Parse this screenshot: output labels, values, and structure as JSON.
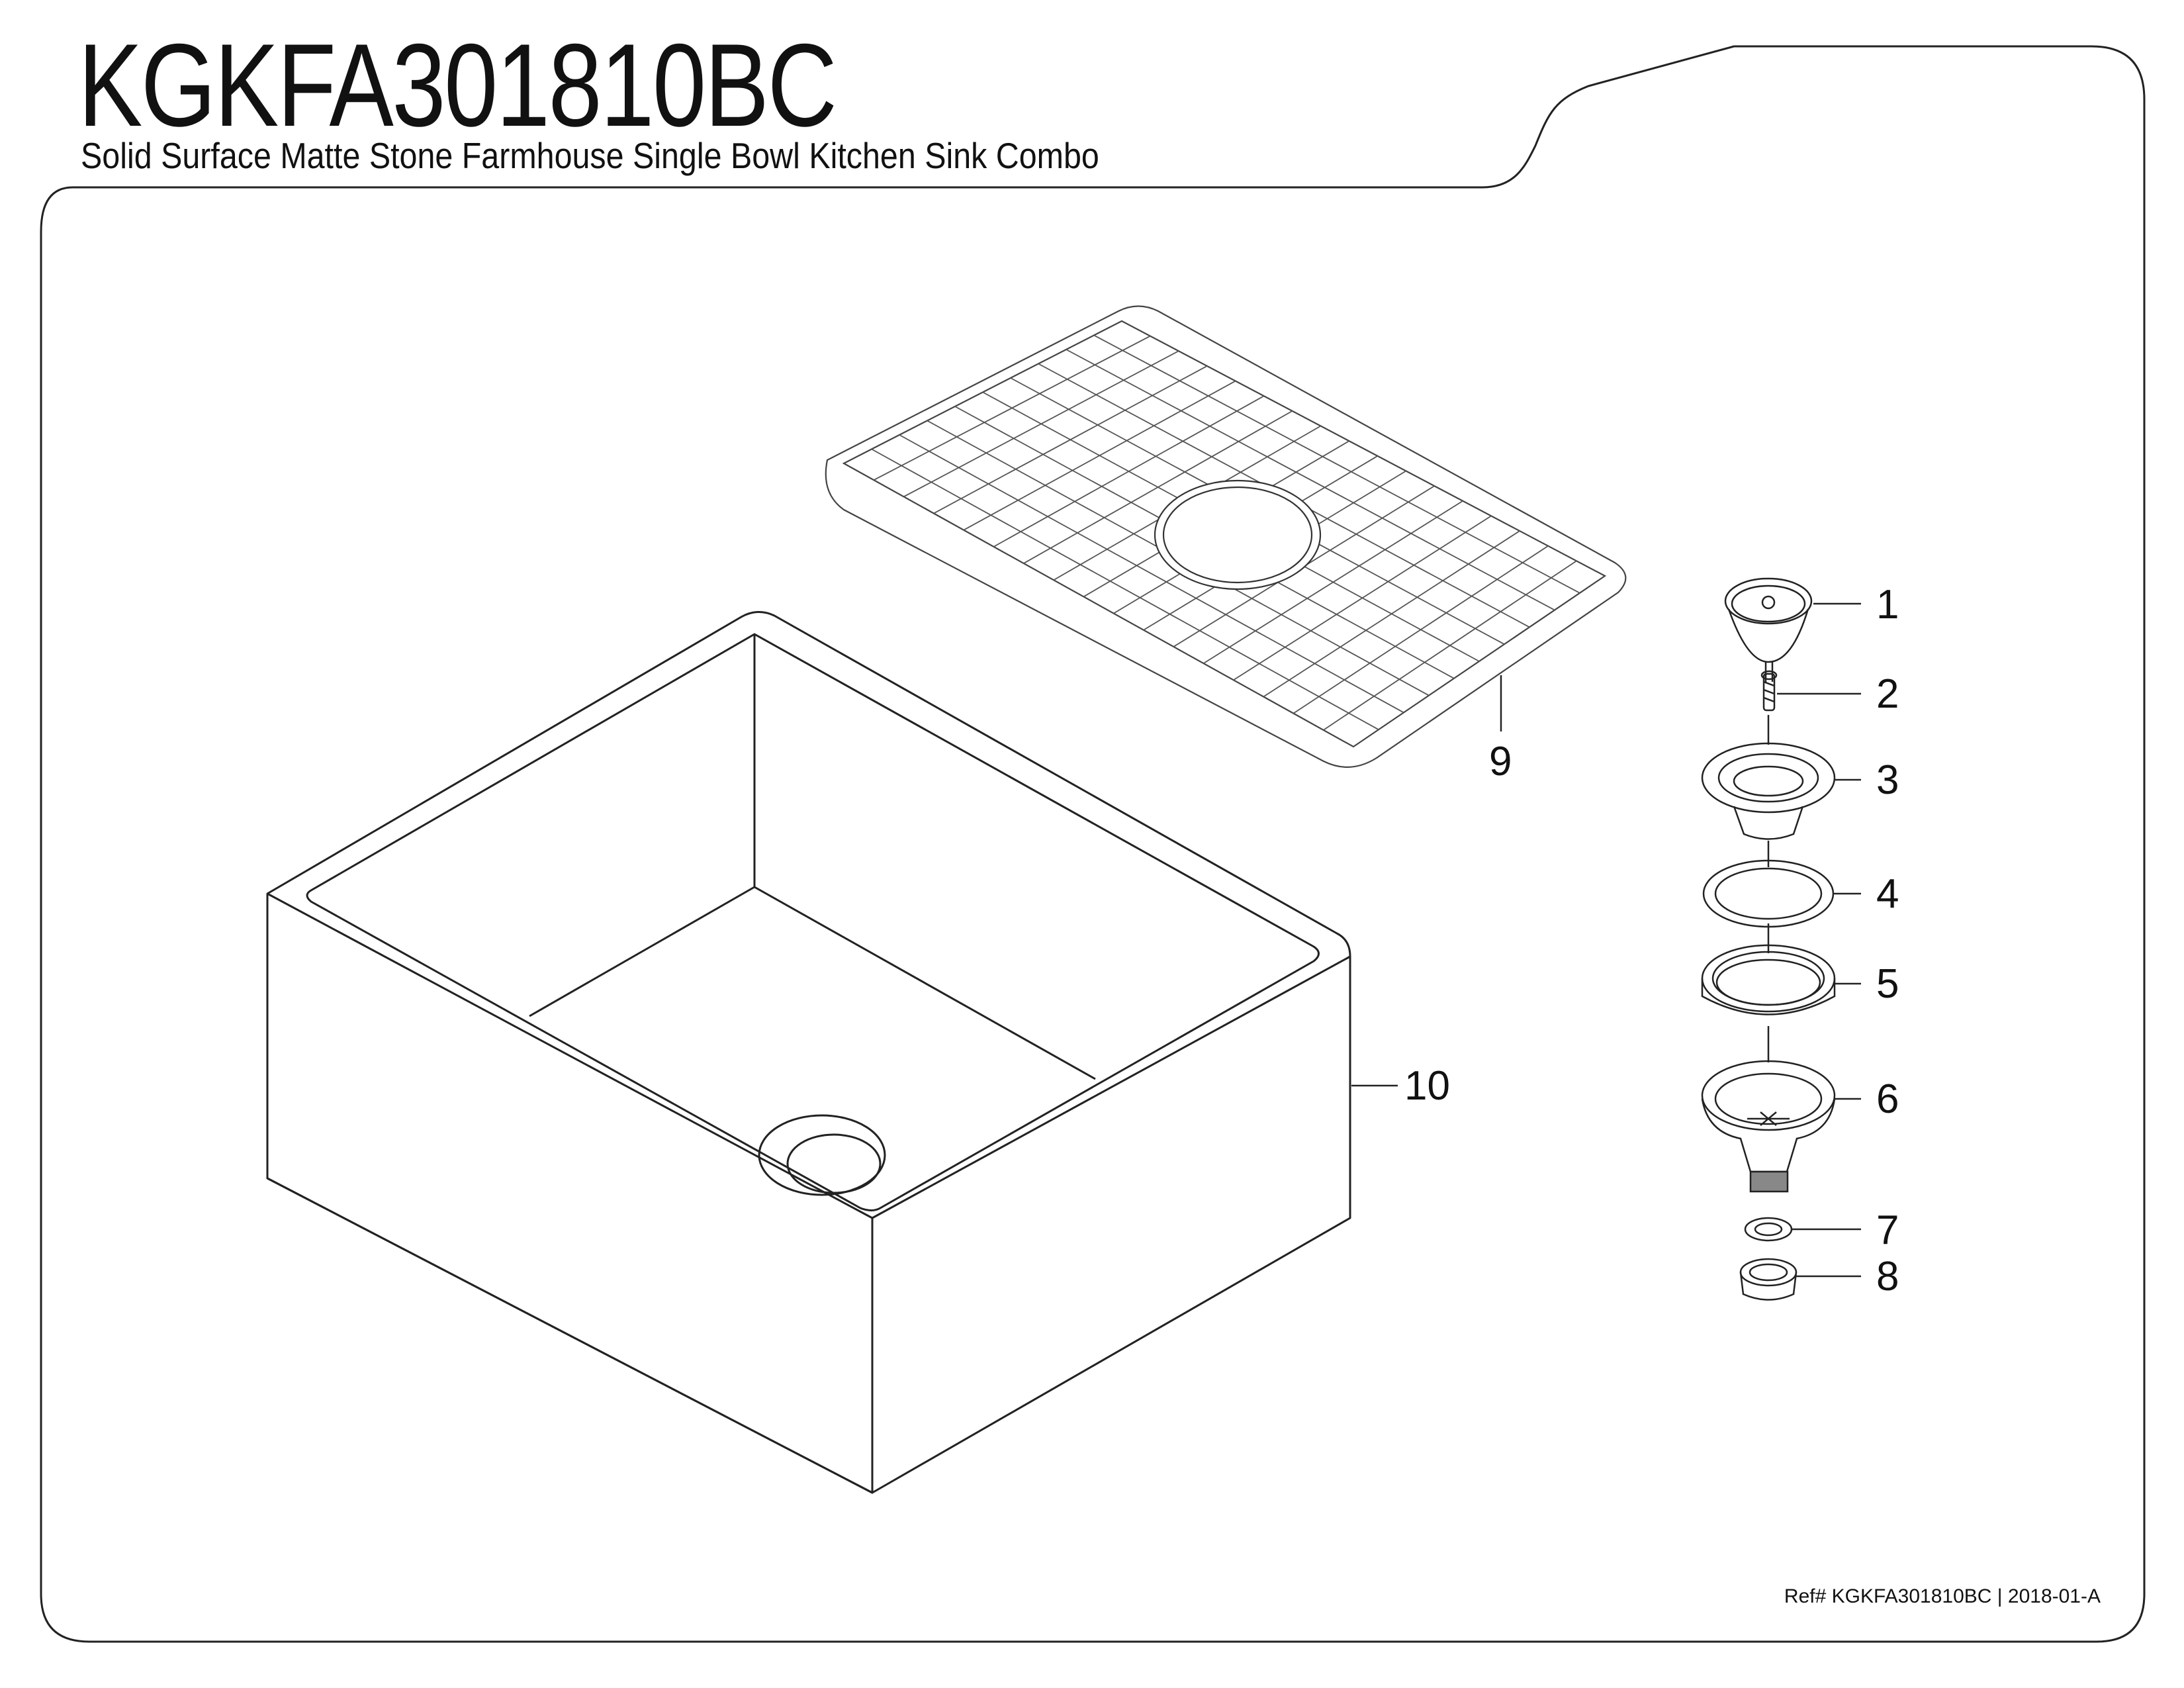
{
  "header": {
    "model": "KGKFA301810BC",
    "description": "Solid Surface Matte Stone Farmhouse Single Bowl Kitchen Sink Combo"
  },
  "callouts": [
    "1",
    "2",
    "3",
    "4",
    "5",
    "6",
    "7",
    "8",
    "9",
    "10"
  ],
  "footer": {
    "ref": "Ref# KGKFA301810BC | 2018-01-A"
  }
}
